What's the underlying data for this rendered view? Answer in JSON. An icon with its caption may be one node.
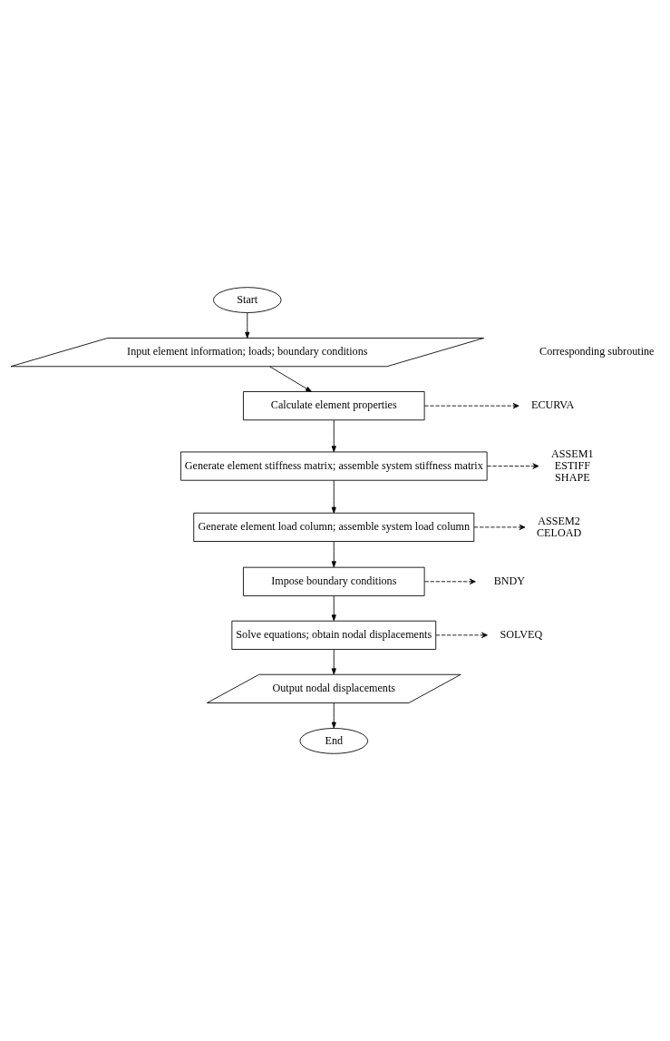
{
  "diagram": {
    "nodes": [
      {
        "text": [
          "Start"
        ]
      },
      {
        "text": [
          "Input element information; loads; boundary conditions"
        ]
      },
      {
        "text": [
          "Calculate element properties"
        ]
      },
      {
        "text": [
          "Generate element stiffness matrix; assemble system stiffness matrix"
        ]
      },
      {
        "text": [
          "Generate element load column; assemble system load column"
        ]
      },
      {
        "text": [
          "Impose boundary conditions"
        ]
      },
      {
        "text": [
          "Solve equations; obtain nodal displacements"
        ]
      },
      {
        "text": [
          "Output nodal displacements"
        ]
      },
      {
        "text": [
          "End"
        ]
      },
      {
        "text": [
          "ECURVA"
        ]
      },
      {
        "text": [
          "ASSEM1",
          "ESTIFF",
          "SHAPE"
        ]
      },
      {
        "text": [
          "ASSEM2",
          "CELOAD"
        ]
      },
      {
        "text": [
          "BNDY"
        ]
      },
      {
        "text": [
          "SOLVEQ"
        ]
      }
    ],
    "edges": [
      {
        "from": 0,
        "to": 1,
        "arrow": "to"
      },
      {
        "from": 1,
        "to": 2,
        "arrow": "to"
      },
      {
        "from": 2,
        "to": 3,
        "arrow": "to"
      },
      {
        "from": 3,
        "to": 4,
        "arrow": "to"
      },
      {
        "from": 4,
        "to": 5,
        "arrow": "to"
      },
      {
        "from": 5,
        "to": 6,
        "arrow": "to"
      },
      {
        "from": 6,
        "to": 7,
        "arrow": "to"
      },
      {
        "from": 7,
        "to": 8,
        "arrow": "to"
      },
      {
        "from": 2,
        "to": 9,
        "arrow": "to",
        "style": "dashed"
      },
      {
        "from": 3,
        "to": 10,
        "arrow": "to",
        "style": "dashed"
      },
      {
        "from": 4,
        "to": 11,
        "arrow": "to",
        "style": "dashed"
      },
      {
        "from": 5,
        "to": 12,
        "arrow": "to",
        "style": "dashed"
      },
      {
        "from": 6,
        "to": 13,
        "arrow": "to",
        "style": "dashed"
      }
    ],
    "labels": [
      "Corresponding subroutine"
    ]
  }
}
